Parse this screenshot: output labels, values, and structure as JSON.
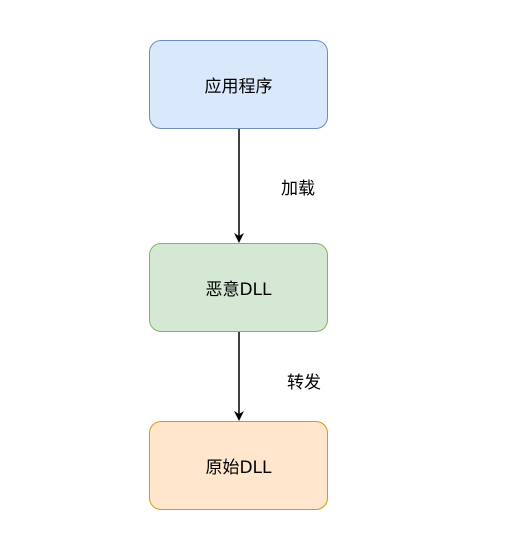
{
  "nodes": {
    "app": {
      "label": "应用程序",
      "fill": "#dae8fc",
      "stroke": "#6c8ebf"
    },
    "malicious": {
      "label": "恶意DLL",
      "fill": "#d5e8d4",
      "stroke": "#82b366"
    },
    "original": {
      "label": "原始DLL",
      "fill": "#ffe6cc",
      "stroke": "#d79b00"
    }
  },
  "edges": {
    "load": {
      "label": "加载"
    },
    "forward": {
      "label": "转发"
    }
  },
  "colors": {
    "arrow": "#000000",
    "background": "#ffffff"
  }
}
